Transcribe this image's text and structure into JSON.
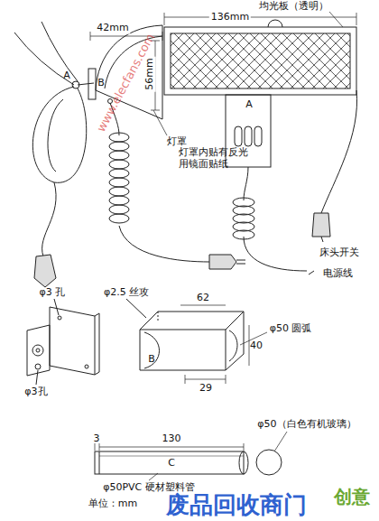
{
  "diagram": {
    "labels": [
      "均光板（透明）",
      "136mm",
      "42mm",
      "56mm",
      "A",
      "B",
      "A",
      "灯罩",
      "灯罩内贴有反光用镜面贴纸",
      "床头开关",
      "电源线",
      "φ3 孔",
      "φ2.5 丝攻",
      "62",
      "φ50 圆弧",
      "40",
      "B",
      "29",
      "φ3孔",
      "3",
      "130",
      "φ50（白色有机玻璃）",
      "C",
      "φ50PVC 硬材塑料管",
      "单位：mm",
      "www.elecfans.com",
      "废品回收商门",
      "创意"
    ]
  }
}
